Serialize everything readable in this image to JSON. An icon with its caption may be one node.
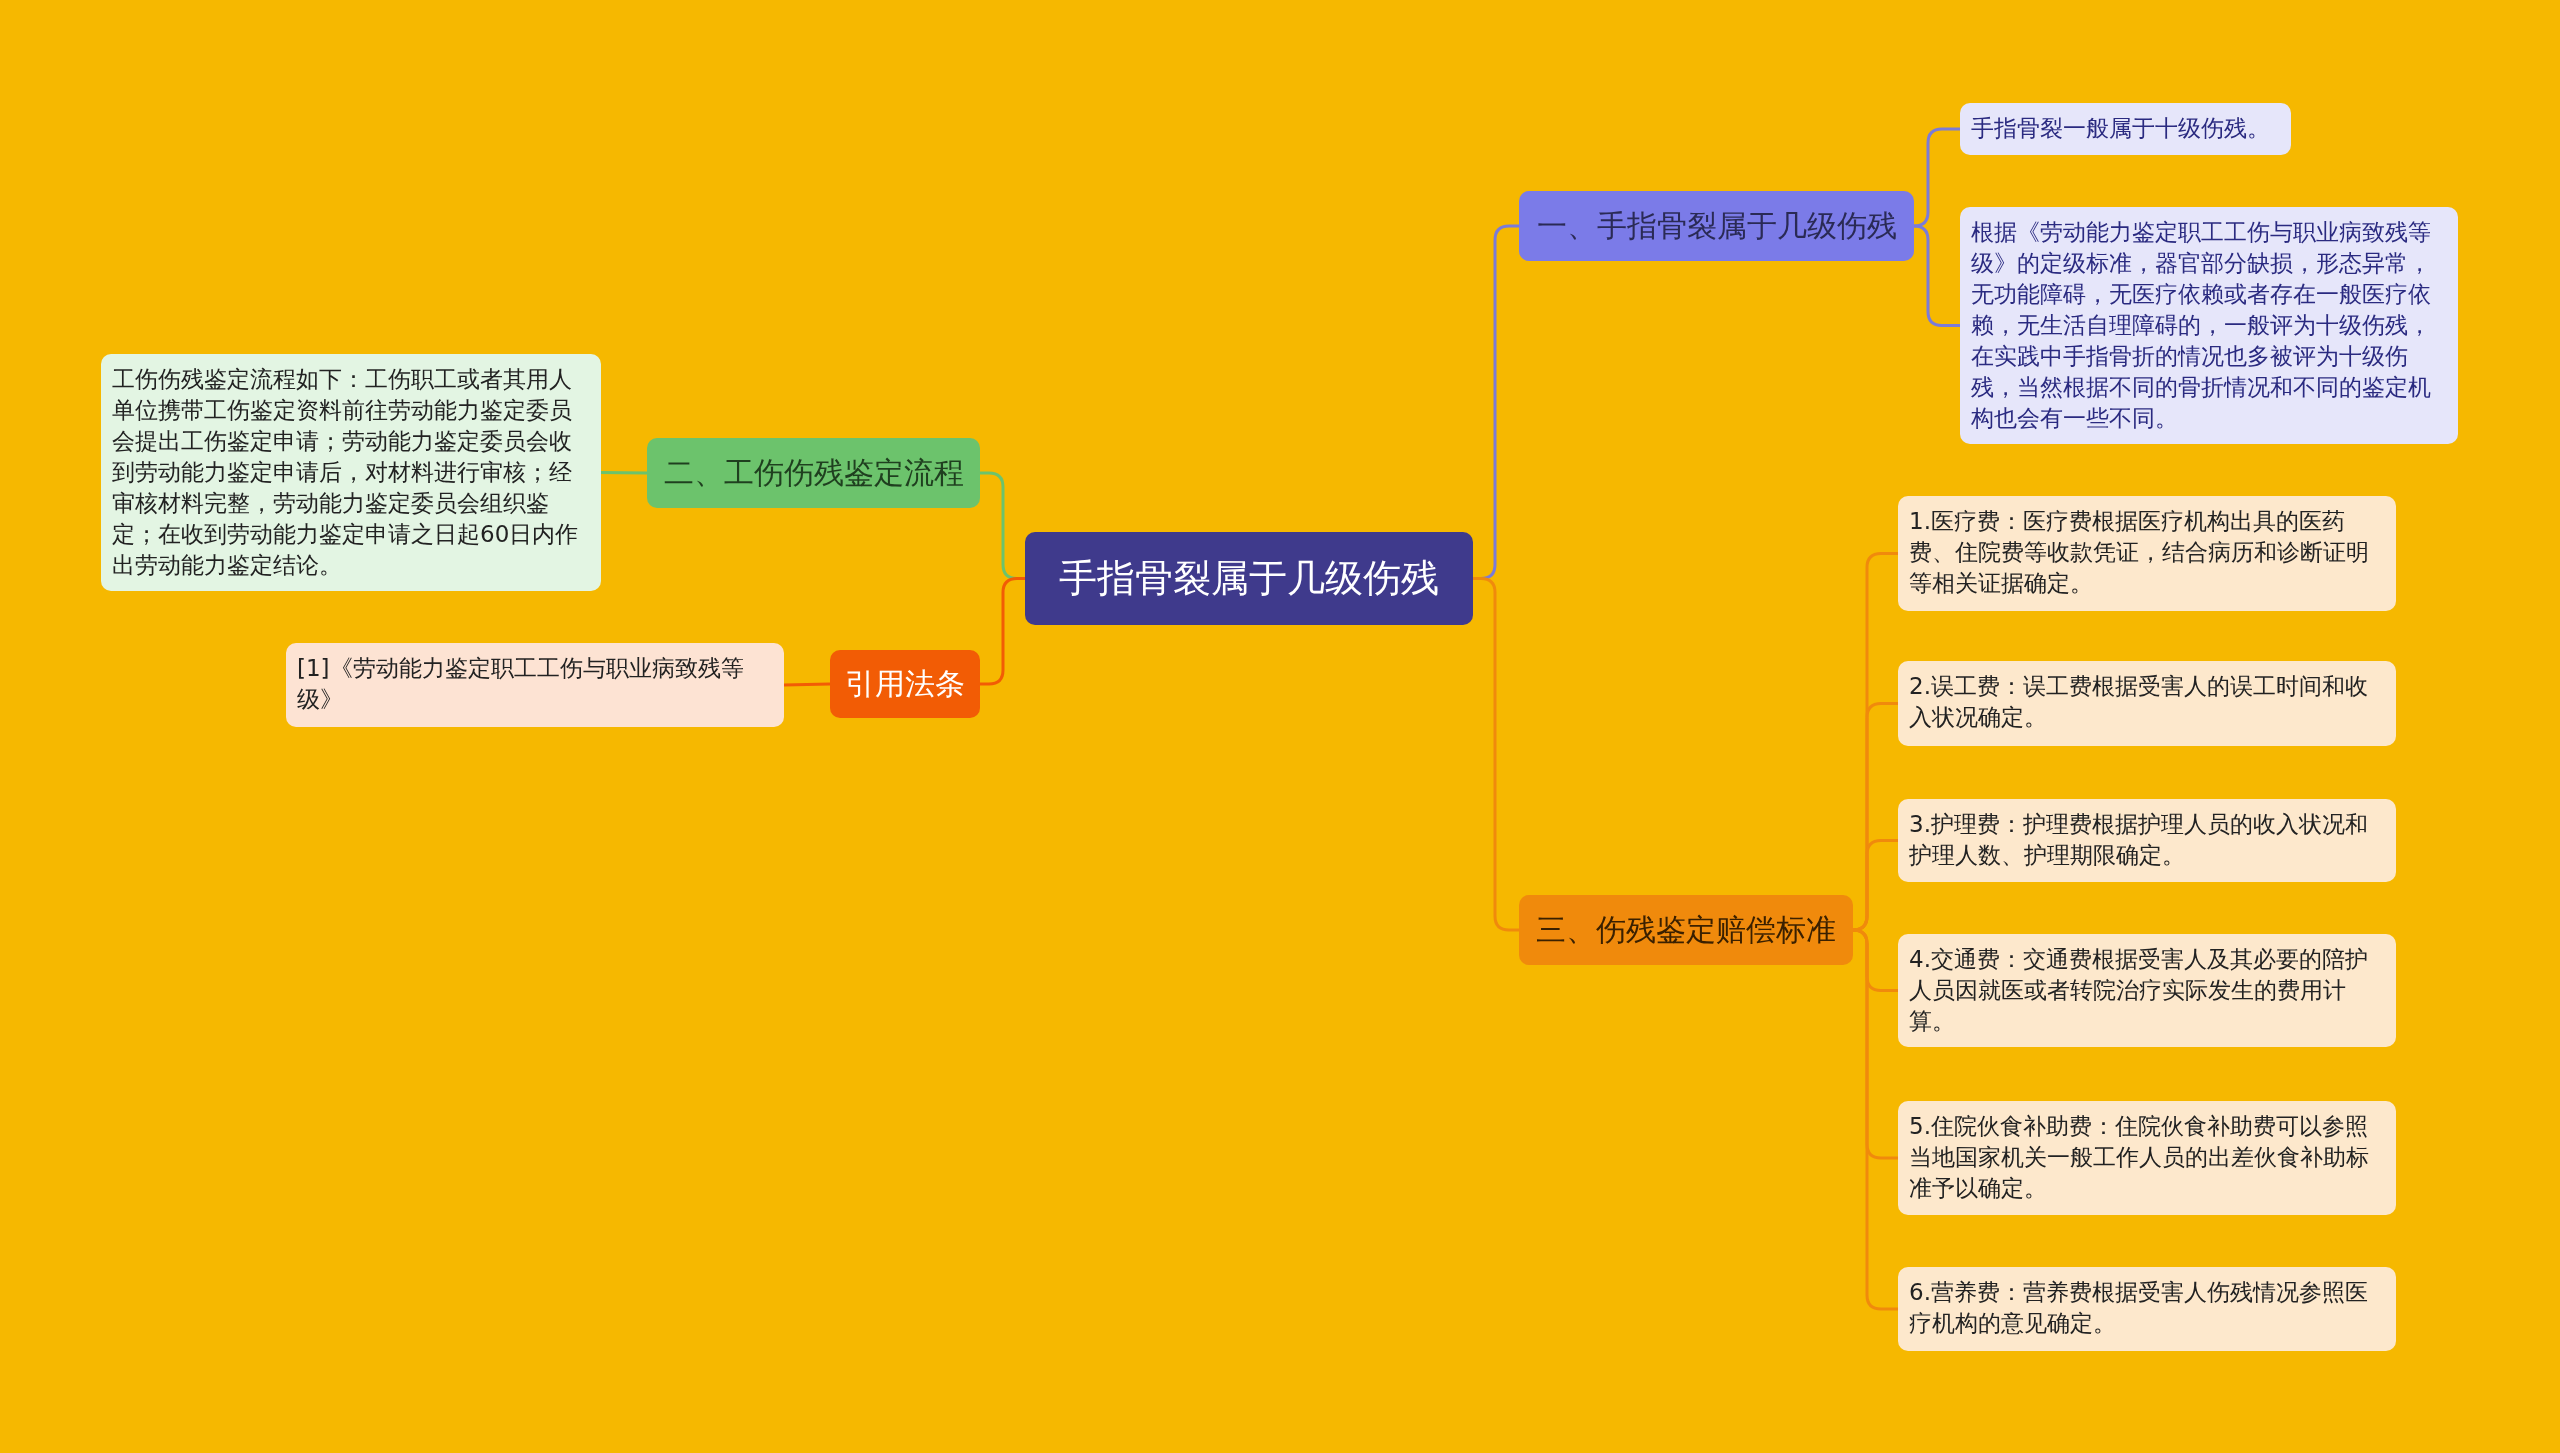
{
  "diagram": {
    "nodes": [
      {
        "text": [
          "手指骨裂属于几级伤残"
        ]
      },
      {
        "text": [
          "一、手指骨裂属于几级伤残"
        ]
      },
      {
        "text": [
          "手指骨裂一般属于十级伤残。"
        ]
      },
      {
        "text": [
          "根据《劳动能力鉴定职工工伤与职业病致残等级》的定级标准，器官部分缺损，形态异常，无功能障碍，无医疗依赖或者存在一般医疗依赖，无生活自理障碍的，一般评为十级伤残，在实践中手指骨折的情况也多被评为十级伤残，当然根据不同的骨折情况和不同的鉴定机构也会有一些不同。"
        ]
      },
      {
        "text": [
          "三、伤残鉴定赔偿标准"
        ]
      },
      {
        "text": [
          "1.医疗费：医疗费根据医疗机构出具的医药费、住院费等收款凭证，结合病历和诊断证明等相关证据确定。"
        ]
      },
      {
        "text": [
          "2.误工费：误工费根据受害人的误工时间和收入状况确定。"
        ]
      },
      {
        "text": [
          "3.护理费：护理费根据护理人员的收入状况和护理人数、护理期限确定。"
        ]
      },
      {
        "text": [
          "4.交通费：交通费根据受害人及其必要的陪护人员因就医或者转院治疗实际发生的费用计算。"
        ]
      },
      {
        "text": [
          "5.住院伙食补助费：住院伙食补助费可以参照当地国家机关一般工作人员的出差伙食补助标准予以确定。"
        ]
      },
      {
        "text": [
          "6.营养费：营养费根据受害人伤残情况参照医疗机构的意见确定。"
        ]
      },
      {
        "text": [
          "二、工伤伤残鉴定流程"
        ]
      },
      {
        "text": [
          "工伤伤残鉴定流程如下：工伤职工或者其用人单位携带工伤鉴定资料前往劳动能力鉴定委员会提出工伤鉴定申请；劳动能力鉴定委员会收到劳动能力鉴定申请后，对材料进行审核；经审核材料完整，劳动能力鉴定委员会组织鉴定；在收到劳动能力鉴定申请之日起60日内作出劳动能力鉴定结论。"
        ]
      },
      {
        "text": [
          "引用法条"
        ]
      },
      {
        "text": [
          "[1]《劳动能力鉴定职工工伤与职业病致残等级》"
        ]
      }
    ],
    "edges": [
      {
        "from": 0,
        "to": 1,
        "arrow": "none",
        "color": "#7b7bd8"
      },
      {
        "from": 1,
        "to": 2,
        "arrow": "none",
        "color": "#7b7bd8"
      },
      {
        "from": 1,
        "to": 3,
        "arrow": "none",
        "color": "#7b7bd8"
      },
      {
        "from": 0,
        "to": 4,
        "arrow": "none"
      },
      {
        "from": 4,
        "to": 5,
        "arrow": "none"
      },
      {
        "from": 4,
        "to": 6,
        "arrow": "none"
      },
      {
        "from": 4,
        "to": 7,
        "arrow": "none"
      },
      {
        "from": 4,
        "to": 8,
        "arrow": "none"
      },
      {
        "from": 4,
        "to": 9,
        "arrow": "none"
      },
      {
        "from": 4,
        "to": 10,
        "arrow": "none"
      },
      {
        "from": 0,
        "to": 11,
        "arrow": "none",
        "color": "#6cc36c"
      },
      {
        "from": 11,
        "to": 12,
        "arrow": "none",
        "color": "#6cc36c"
      },
      {
        "from": 0,
        "to": 13,
        "arrow": "none",
        "color": "#f25c05"
      },
      {
        "from": 13,
        "to": 14,
        "arrow": "none",
        "color": "#f25c05"
      }
    ]
  }
}
